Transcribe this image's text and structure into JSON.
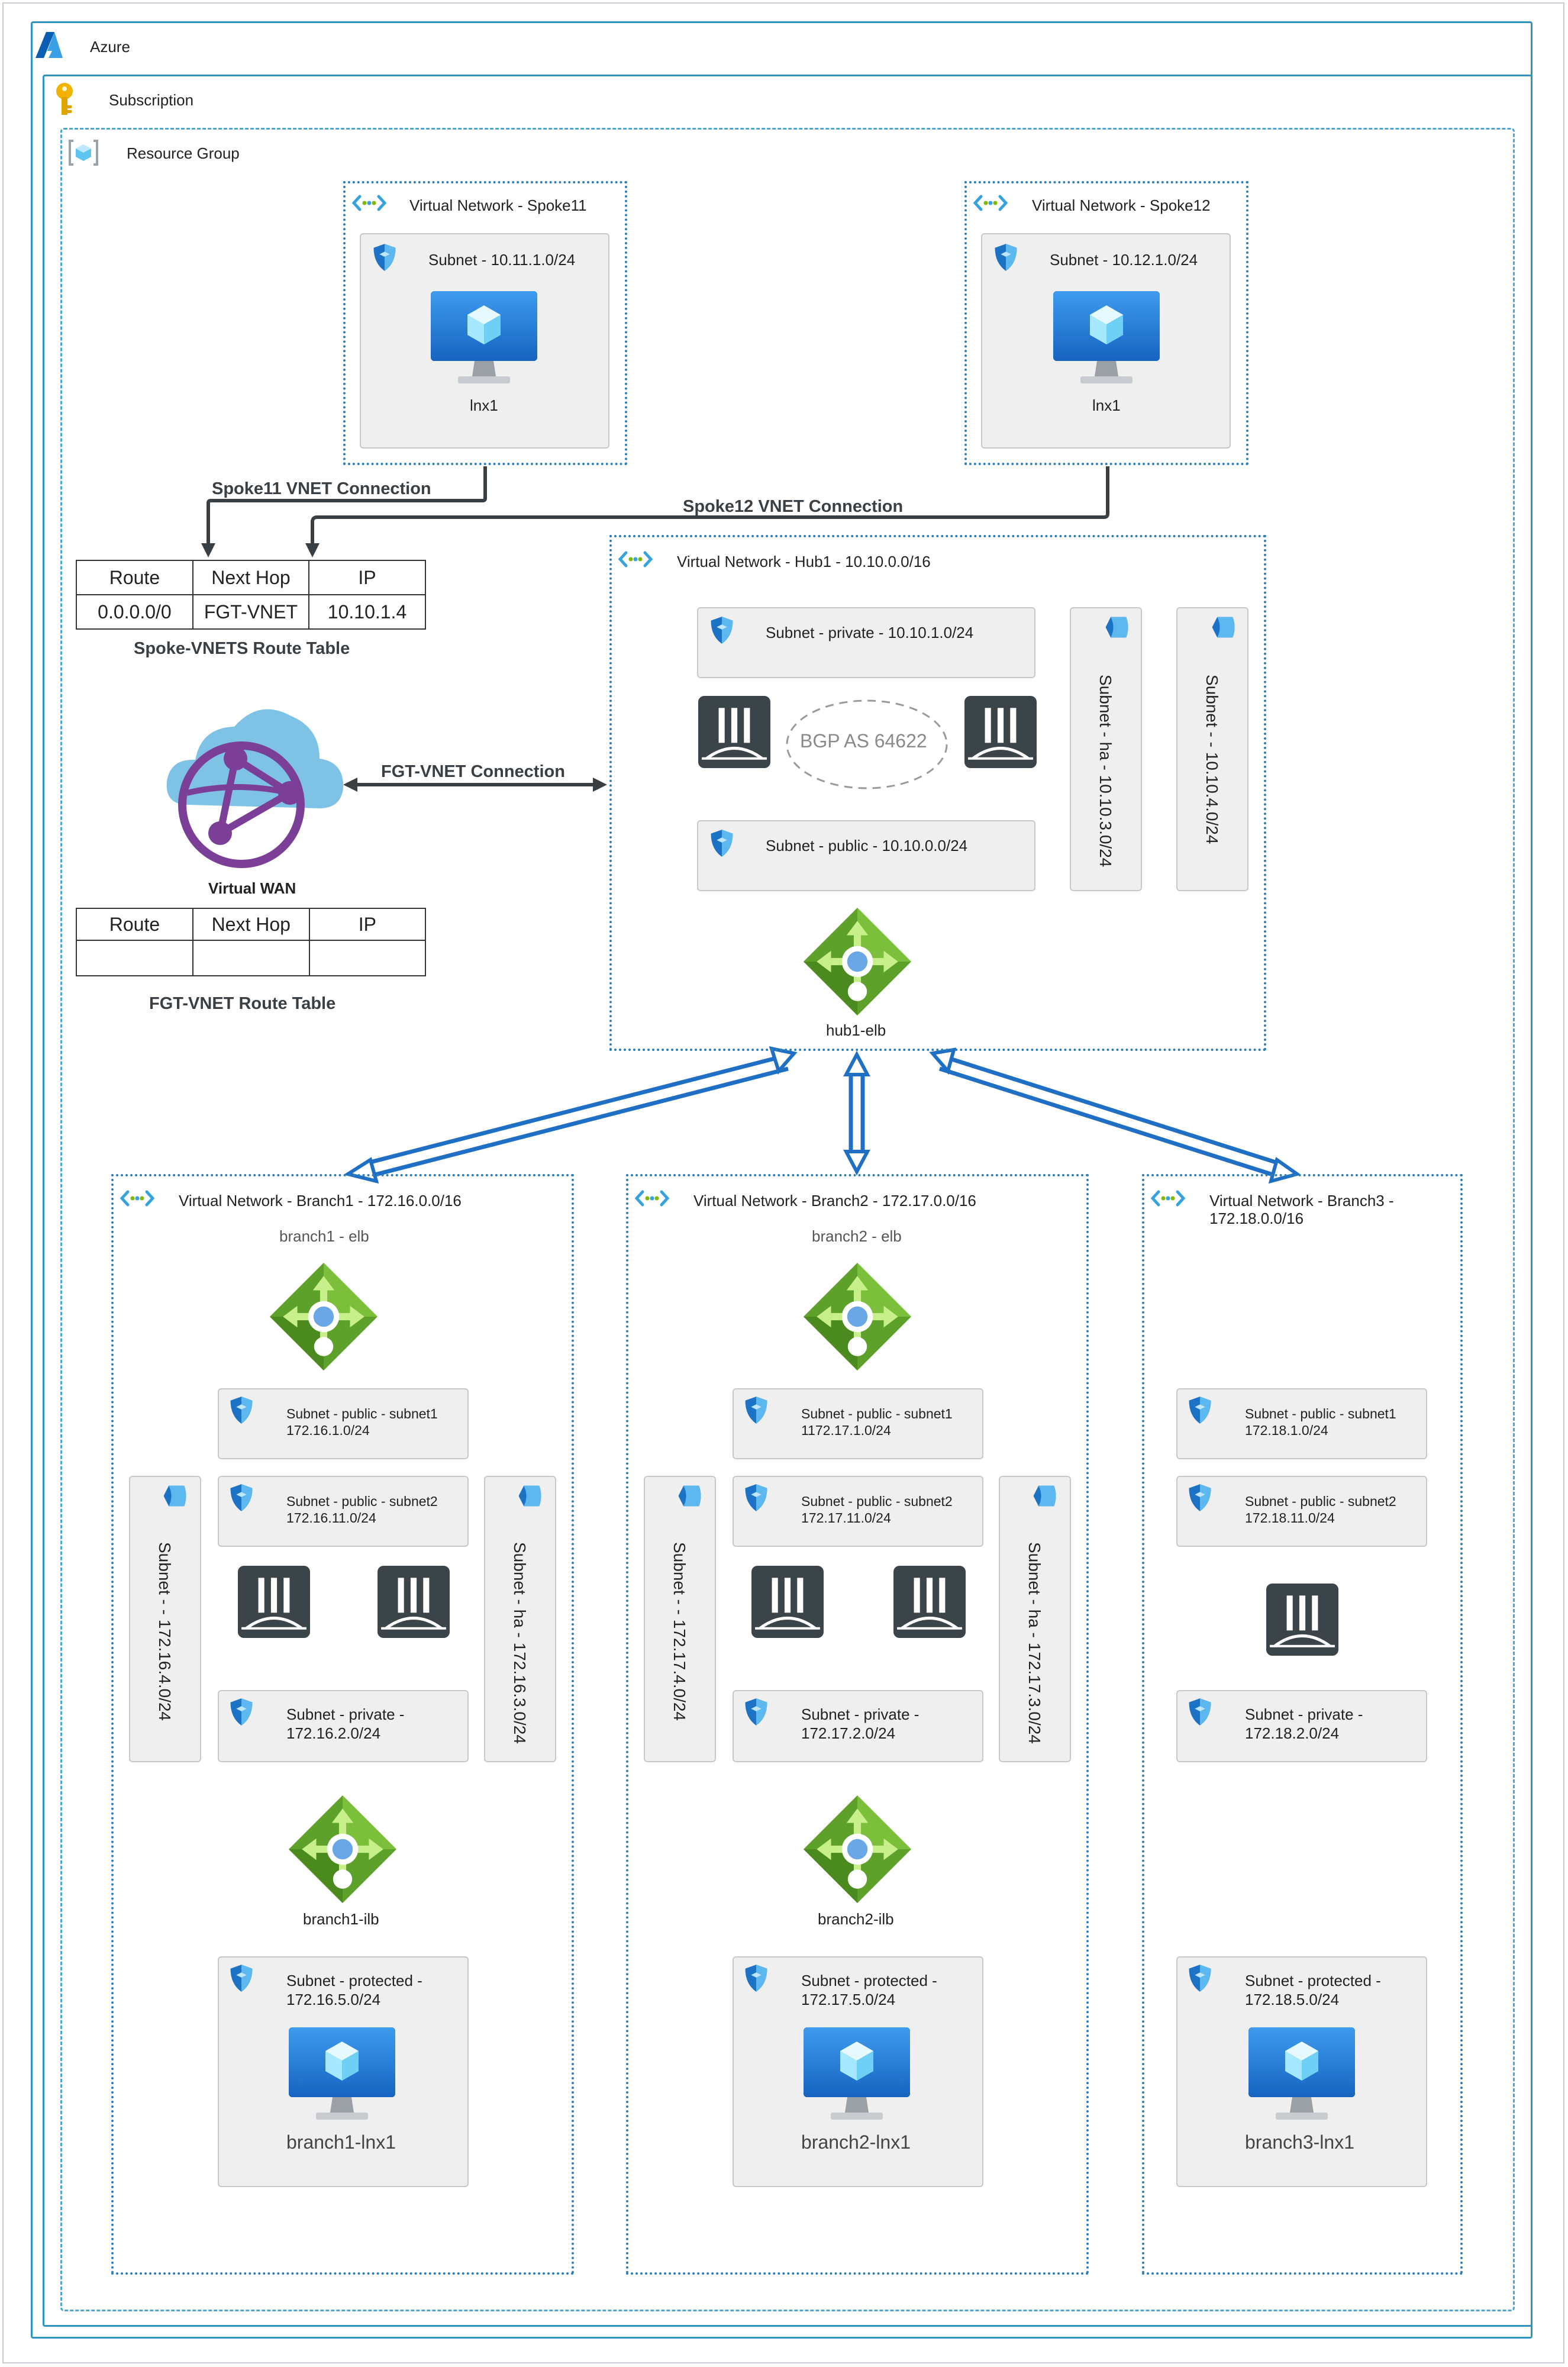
{
  "azure": {
    "label": "Azure"
  },
  "subscription": {
    "label": "Subscription"
  },
  "resource_group": {
    "label": "Resource Group"
  },
  "spoke11": {
    "title": "Virtual Network - Spoke11",
    "subnet": "Subnet - 10.11.1.0/24",
    "vm": "lnx1"
  },
  "spoke12": {
    "title": "Virtual Network - Spoke12",
    "subnet": "Subnet - 10.12.1.0/24",
    "vm": "lnx1"
  },
  "connections": {
    "spoke11": "Spoke11 VNET Connection",
    "spoke12": "Spoke12 VNET Connection",
    "fgt": "FGT-VNET Connection"
  },
  "spoke_route_table": {
    "headers": [
      "Route",
      "Next Hop",
      "IP"
    ],
    "row": [
      "0.0.0.0/0",
      "FGT-VNET",
      "10.10.1.4"
    ],
    "caption": "Spoke-VNETS Route Table"
  },
  "virtual_wan": {
    "label": "Virtual WAN"
  },
  "fgt_route_table": {
    "headers": [
      "Route",
      "Next Hop",
      "IP"
    ],
    "caption": "FGT-VNET Route Table"
  },
  "hub1": {
    "title": "Virtual Network - Hub1 - 10.10.0.0/16",
    "subnet_private": "Subnet - private - 10.10.1.0/24",
    "subnet_public": "Subnet - public - 10.10.0.0/24",
    "subnet_ha": "Subnet - ha - 10.10.3.0/24",
    "subnet_mgmt": "Subnet -  - 10.10.4.0/24",
    "bgp": "BGP AS 64622",
    "elb": "hub1-elb"
  },
  "branch1": {
    "title": "Virtual Network - Branch1 - 172.16.0.0/16",
    "elb": "branch1 - elb",
    "public1_a": "Subnet - public - subnet1",
    "public1_b": "172.16.1.0/24",
    "public2_a": "Subnet - public - subnet2",
    "public2_b": "172.16.11.0/24",
    "mgmt": "Subnet -  - 172.16.4.0/24",
    "ha": "Subnet - ha - 172.16.3.0/24",
    "private_a": "Subnet - private -",
    "private_b": "172.16.2.0/24",
    "ilb": "branch1-ilb",
    "protected_a": "Subnet - protected -",
    "protected_b": "172.16.5.0/24",
    "vm": "branch1-lnx1"
  },
  "branch2": {
    "title": "Virtual Network - Branch2 - 172.17.0.0/16",
    "elb": "branch2 - elb",
    "public1_a": "Subnet - public - subnet1",
    "public1_b": "1172.17.1.0/24",
    "public2_a": "Subnet - public - subnet2",
    "public2_b": "172.17.11.0/24",
    "mgmt": "Subnet -  - 172.17.4.0/24",
    "ha": "Subnet - ha - 172.17.3.0/24",
    "private_a": "Subnet - private -",
    "private_b": "172.17.2.0/24",
    "ilb": "branch2-ilb",
    "protected_a": "Subnet - protected -",
    "protected_b": "172.17.5.0/24",
    "vm": "branch2-lnx1"
  },
  "branch3": {
    "title_a": "Virtual Network - Branch3 -",
    "title_b": "172.18.0.0/16",
    "public1_a": "Subnet - public - subnet1",
    "public1_b": "172.18.1.0/24",
    "public2_a": "Subnet - public - subnet2",
    "public2_b": "172.18.11.0/24",
    "private_a": "Subnet - private -",
    "private_b": "172.18.2.0/24",
    "protected_a": "Subnet - protected -",
    "protected_b": "172.18.5.0/24",
    "vm": "branch3-lnx1"
  },
  "colors": {
    "azure_blue": "#2f93c1",
    "vnet_border": "#2d7fb8",
    "arrow_blue": "#1f6fc5",
    "lb_green": "#5ea12a",
    "fortigate_dark": "#3b4448",
    "wan_purple": "#7b3f98",
    "cloud_blue": "#7ec3e6",
    "key_gold": "#f2b300"
  },
  "icons": [
    "azure-logo-icon",
    "subscription-key-icon",
    "resource-group-icon",
    "vnet-icon",
    "subnet-shield-icon",
    "vm-monitor-icon",
    "fortigate-icon",
    "load-balancer-icon",
    "virtual-wan-icon"
  ]
}
